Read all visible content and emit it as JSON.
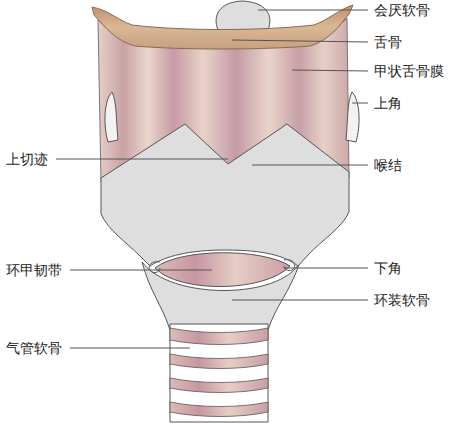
{
  "diagram": {
    "labels": [
      "会厌软骨",
      "舌骨",
      "甲状舌骨膜",
      "上角",
      "上切迹",
      "喉结",
      "环甲韧带",
      "下角",
      "环装软骨",
      "气管软骨"
    ]
  }
}
